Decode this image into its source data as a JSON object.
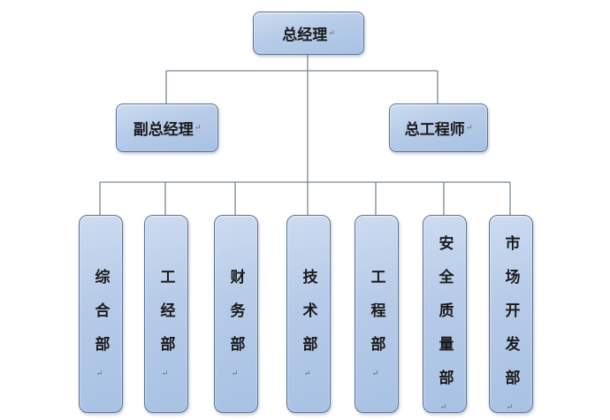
{
  "org_chart": {
    "root": {
      "label": "总经理",
      "mark": "↵"
    },
    "managers": [
      {
        "label": "副总经理",
        "mark": "↵"
      },
      {
        "label": "总工程师",
        "mark": "↵"
      }
    ],
    "departments": [
      {
        "label": "综合部",
        "mark": "↵"
      },
      {
        "label": "工经部",
        "mark": "↵"
      },
      {
        "label": "财务部",
        "mark": "↵"
      },
      {
        "label": "技术部",
        "mark": "↵"
      },
      {
        "label": "工程部",
        "mark": "↵"
      },
      {
        "label": "安全质量部",
        "mark": "↵"
      },
      {
        "label": "市场开发部",
        "mark": "↵"
      }
    ],
    "colors": {
      "box_fill_top": "#ccdbf0",
      "box_fill_mid": "#b6cbe8",
      "box_fill_bottom": "#a8c2e4",
      "box_border": "#5f7490",
      "connector": "#7a8795",
      "text": "#1b1b1b"
    }
  }
}
